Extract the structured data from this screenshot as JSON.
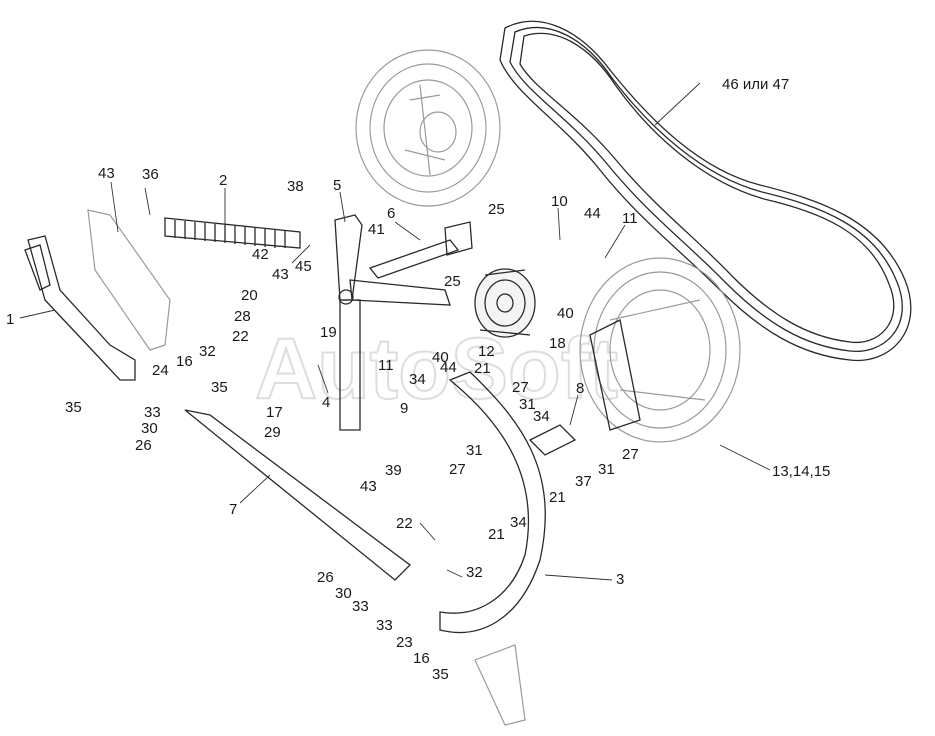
{
  "watermark": "AutoSoft",
  "colors": {
    "ink": "#2a2a2a",
    "ghost": "#9a9a9a",
    "background": "#ffffff"
  },
  "callouts": [
    {
      "id": "c1",
      "text": "1"
    },
    {
      "id": "c2",
      "text": "2"
    },
    {
      "id": "c3",
      "text": "3"
    },
    {
      "id": "c4",
      "text": "4"
    },
    {
      "id": "c5",
      "text": "5"
    },
    {
      "id": "c6",
      "text": "6"
    },
    {
      "id": "c7",
      "text": "7"
    },
    {
      "id": "c8",
      "text": "8"
    },
    {
      "id": "c9",
      "text": "9"
    },
    {
      "id": "c10",
      "text": "10"
    },
    {
      "id": "c11a",
      "text": "11"
    },
    {
      "id": "c11b",
      "text": "11"
    },
    {
      "id": "c12",
      "text": "12"
    },
    {
      "id": "c13",
      "text": "13,14,15"
    },
    {
      "id": "c16a",
      "text": "16"
    },
    {
      "id": "c16b",
      "text": "16"
    },
    {
      "id": "c17",
      "text": "17"
    },
    {
      "id": "c18",
      "text": "18"
    },
    {
      "id": "c19",
      "text": "19"
    },
    {
      "id": "c20",
      "text": "20"
    },
    {
      "id": "c21a",
      "text": "21"
    },
    {
      "id": "c21b",
      "text": "21"
    },
    {
      "id": "c21c",
      "text": "21"
    },
    {
      "id": "c22a",
      "text": "22"
    },
    {
      "id": "c22b",
      "text": "22"
    },
    {
      "id": "c23",
      "text": "23"
    },
    {
      "id": "c24",
      "text": "24"
    },
    {
      "id": "c25a",
      "text": "25"
    },
    {
      "id": "c25b",
      "text": "25"
    },
    {
      "id": "c26a",
      "text": "26"
    },
    {
      "id": "c26b",
      "text": "26"
    },
    {
      "id": "c27a",
      "text": "27"
    },
    {
      "id": "c27b",
      "text": "27"
    },
    {
      "id": "c27c",
      "text": "27"
    },
    {
      "id": "c28",
      "text": "28"
    },
    {
      "id": "c29",
      "text": "29"
    },
    {
      "id": "c30a",
      "text": "30"
    },
    {
      "id": "c30b",
      "text": "30"
    },
    {
      "id": "c31a",
      "text": "31"
    },
    {
      "id": "c31b",
      "text": "31"
    },
    {
      "id": "c31c",
      "text": "31"
    },
    {
      "id": "c32a",
      "text": "32"
    },
    {
      "id": "c32b",
      "text": "32"
    },
    {
      "id": "c33a",
      "text": "33"
    },
    {
      "id": "c33b",
      "text": "33"
    },
    {
      "id": "c33c",
      "text": "33"
    },
    {
      "id": "c34a",
      "text": "34"
    },
    {
      "id": "c34b",
      "text": "34"
    },
    {
      "id": "c34c",
      "text": "34"
    },
    {
      "id": "c35a",
      "text": "35"
    },
    {
      "id": "c35b",
      "text": "35"
    },
    {
      "id": "c35c",
      "text": "35"
    },
    {
      "id": "c36",
      "text": "36"
    },
    {
      "id": "c37",
      "text": "37"
    },
    {
      "id": "c38",
      "text": "38"
    },
    {
      "id": "c39",
      "text": "39"
    },
    {
      "id": "c40a",
      "text": "40"
    },
    {
      "id": "c40b",
      "text": "40"
    },
    {
      "id": "c41",
      "text": "41"
    },
    {
      "id": "c42",
      "text": "42"
    },
    {
      "id": "c43a",
      "text": "43"
    },
    {
      "id": "c43b",
      "text": "43"
    },
    {
      "id": "c43c",
      "text": "43"
    },
    {
      "id": "c44a",
      "text": "44"
    },
    {
      "id": "c44b",
      "text": "44"
    },
    {
      "id": "c45",
      "text": "45"
    },
    {
      "id": "c4647",
      "text": "46 или 47"
    }
  ]
}
